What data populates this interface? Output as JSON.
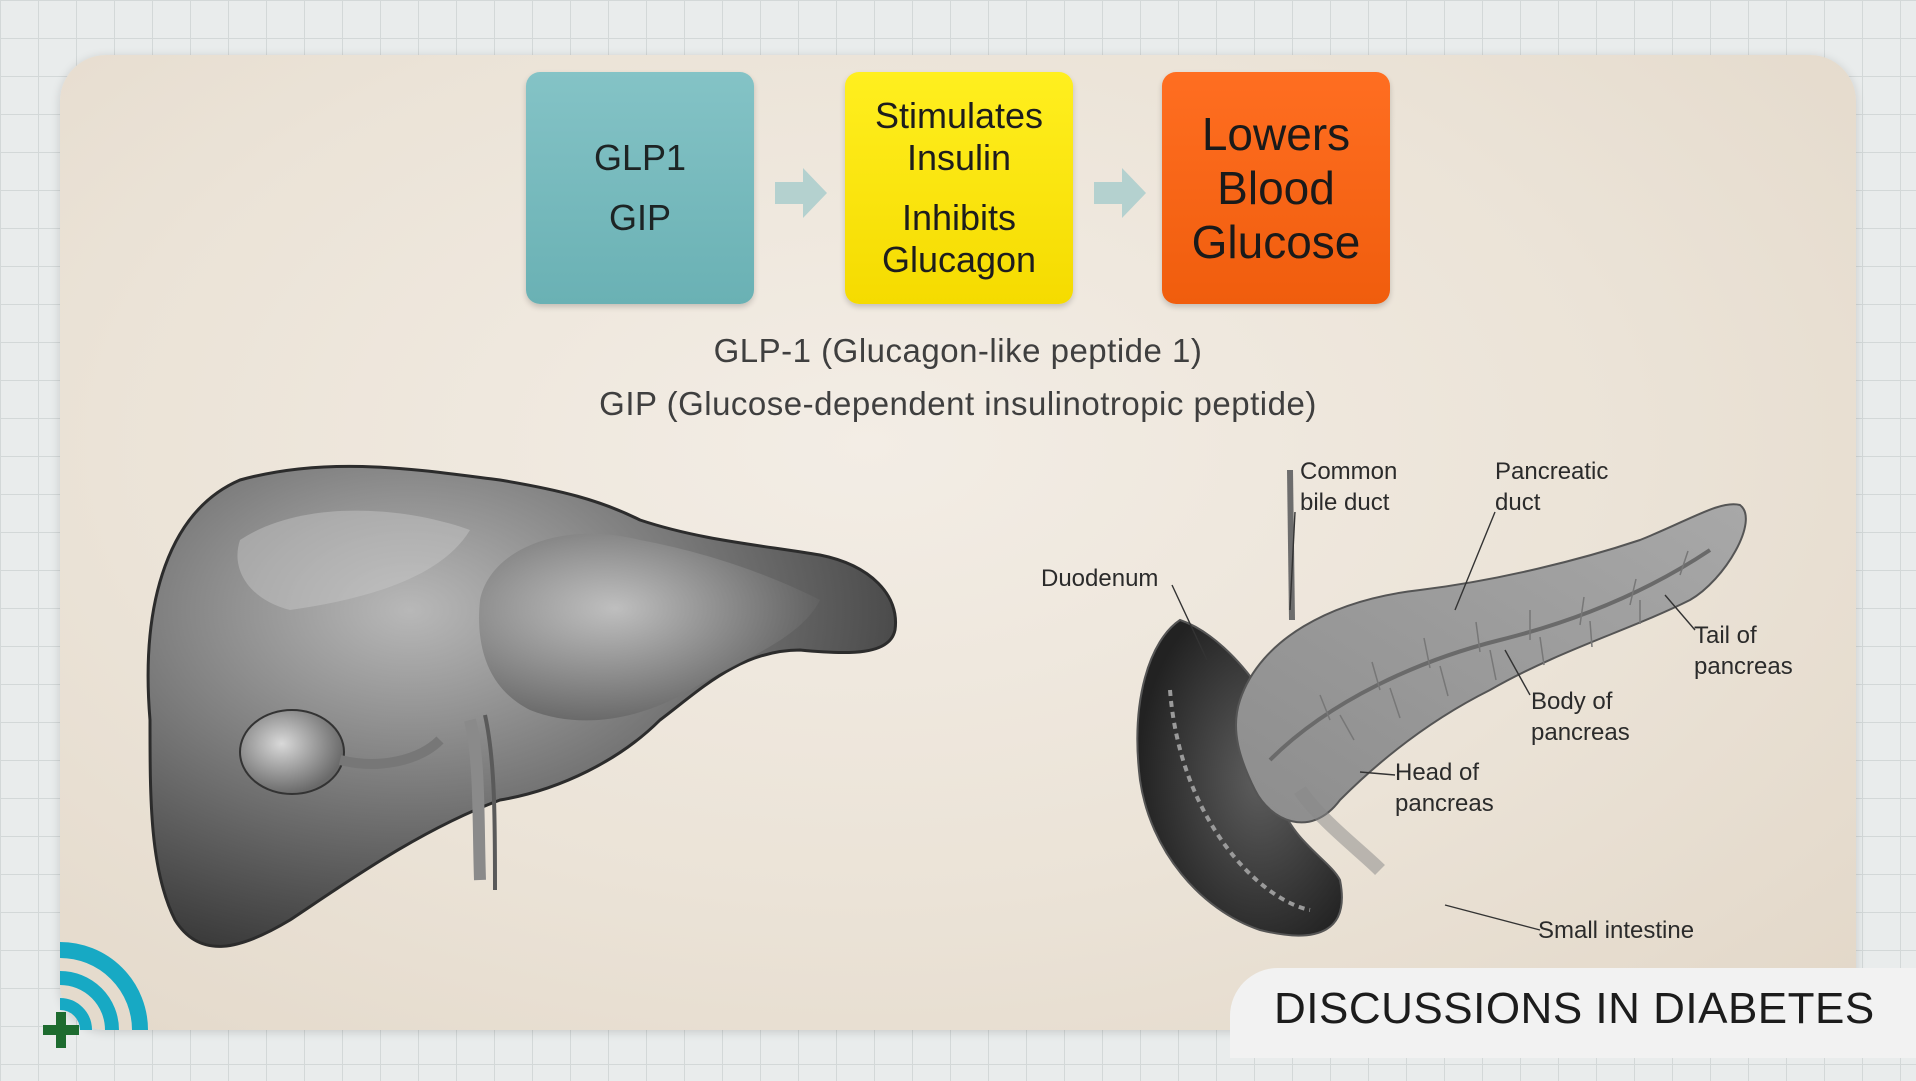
{
  "flow": {
    "box1": {
      "line1": "GLP1",
      "line2": "GIP",
      "color": "#76b9bc"
    },
    "box2": {
      "line1": "Stimulates",
      "line2": "Insulin",
      "line3": "Inhibits",
      "line4": "Glucagon",
      "color": "#ffe70a"
    },
    "box3": {
      "line1": "Lowers",
      "line2": "Blood",
      "line3": "Glucose",
      "color": "#f7631a"
    }
  },
  "captions": {
    "glp1": "GLP-1 (Glucagon-like peptide 1)",
    "gip": "GIP (Glucose-dependent insulinotropic peptide)"
  },
  "pancreas_labels": {
    "common_bile_duct_1": "Common",
    "common_bile_duct_2": "bile duct",
    "pancreatic_duct_1": "Pancreatic",
    "pancreatic_duct_2": "duct",
    "duodenum": "Duodenum",
    "tail_1": "Tail of",
    "tail_2": "pancreas",
    "body_1": "Body of",
    "body_2": "pancreas",
    "head_1": "Head of",
    "head_2": "pancreas",
    "small_intestine": "Small intestine"
  },
  "brand": {
    "title": "DISCUSSIONS IN DIABETES",
    "logo_color": "#17a9c4",
    "cross_color": "#1d6b2f"
  }
}
